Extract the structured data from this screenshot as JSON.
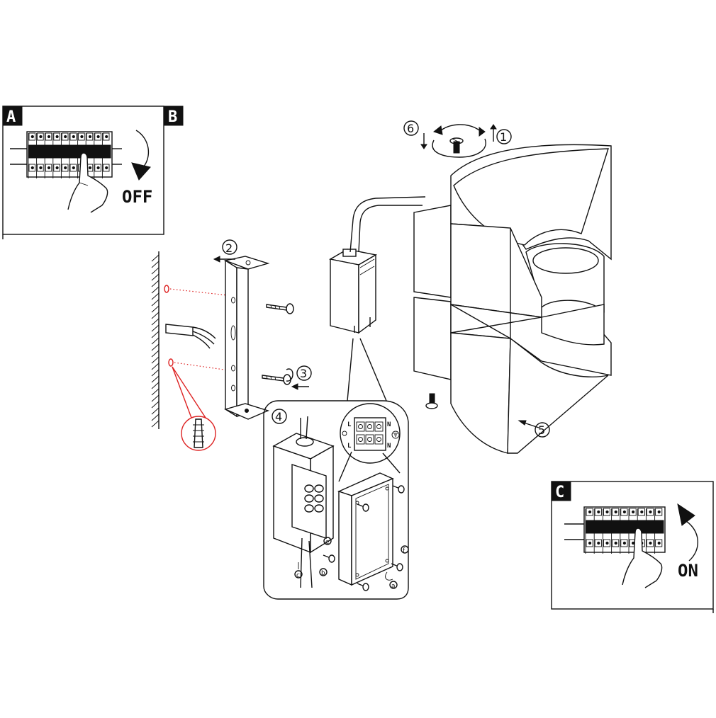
{
  "panels": {
    "a_letter": "A",
    "b_letter": "B",
    "c_letter": "C",
    "off_label": "OFF",
    "on_label": "ON"
  },
  "steps": {
    "s1": "1",
    "s2": "2",
    "s3": "3",
    "s4": "4",
    "s5": "5",
    "s6": "6"
  },
  "terminal": {
    "l_top": "L",
    "l_bottom": "L",
    "n_top": "N",
    "n_bottom": "N"
  },
  "sub": {
    "a": "a",
    "b": "b",
    "c": "c",
    "e": "e",
    "f": "f"
  },
  "colors": {
    "line": "#111111",
    "dowel_highlight": "#dd2222"
  }
}
